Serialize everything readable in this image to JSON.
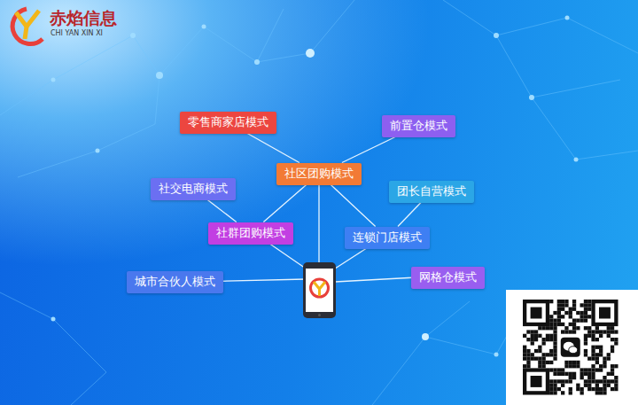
{
  "diagram": {
    "nodes": [
      {
        "text": [
          "零售商家店模式"
        ]
      },
      {
        "text": [
          "前置仓模式"
        ]
      },
      {
        "text": [
          "社区团购模式"
        ]
      },
      {
        "text": [
          "社交电商模式"
        ]
      },
      {
        "text": [
          "团长自营模式"
        ]
      },
      {
        "text": [
          "社群团购模式"
        ]
      },
      {
        "text": [
          "连锁门店模式"
        ]
      },
      {
        "text": [
          "城市合伙人模式"
        ]
      },
      {
        "text": [
          "网格仓模式"
        ]
      }
    ],
    "edges": [
      {
        "from": 0,
        "to": 2,
        "arrow": "none"
      },
      {
        "from": 1,
        "to": 2,
        "arrow": "none"
      },
      {
        "from": 2,
        "to": 5,
        "arrow": "none"
      },
      {
        "from": 2,
        "to": 6,
        "arrow": "none"
      },
      {
        "from": 3,
        "to": 5,
        "arrow": "none"
      },
      {
        "from": 4,
        "to": 6,
        "arrow": "none"
      }
    ],
    "labels": [
      "赤焰信息",
      "CHI YAN XIN XI"
    ]
  }
}
